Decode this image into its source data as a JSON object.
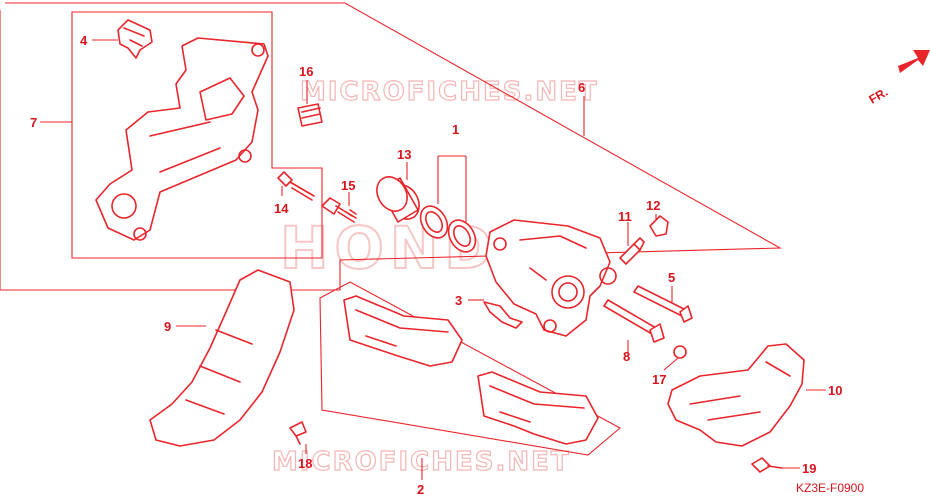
{
  "diagram": {
    "watermark_top": "MICROFICHES.NET",
    "watermark_bottom": "MICROFICHES.NET",
    "brand_watermark": "HONDA",
    "direction_label": "FR.",
    "figure_code": "KZ3E-F0900",
    "callouts": [
      "1",
      "2",
      "3",
      "4",
      "5",
      "6",
      "7",
      "8",
      "9",
      "10",
      "11",
      "12",
      "13",
      "14",
      "15",
      "16",
      "17",
      "18",
      "19"
    ]
  },
  "colors": {
    "line": "#e8252b",
    "watermark": "#f3b5b5"
  }
}
